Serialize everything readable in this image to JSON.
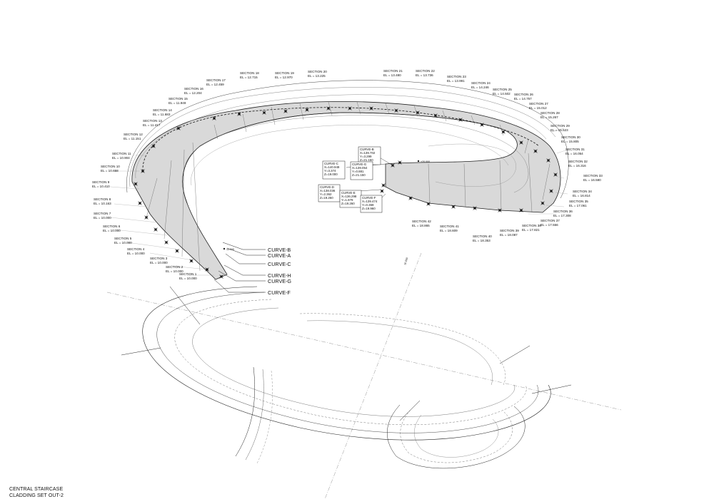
{
  "title": {
    "line1": "CENTRAL STAIRCASE",
    "line2": "CLADDING SET OUT-2"
  },
  "sections": [
    {
      "name": "SECTION 1",
      "el": "EL = 10.000"
    },
    {
      "name": "SECTION 2",
      "el": "EL = 10.000"
    },
    {
      "name": "SECTION 3",
      "el": "EL = 10.000"
    },
    {
      "name": "SECTION 4",
      "el": "EL = 10.000"
    },
    {
      "name": "SECTION 5",
      "el": "EL = 10.000"
    },
    {
      "name": "SECTION 6",
      "el": "EL = 10.000"
    },
    {
      "name": "SECTION 7",
      "el": "EL = 10.000"
    },
    {
      "name": "SECTION 8",
      "el": "EL = 10.163"
    },
    {
      "name": "SECTION 9",
      "el": "EL = 10.410"
    },
    {
      "name": "SECTION 10",
      "el": "EL = 10.658"
    },
    {
      "name": "SECTION 11",
      "el": "EL = 10.904"
    },
    {
      "name": "SECTION 12",
      "el": "EL = 11.151"
    },
    {
      "name": "SECTION 13",
      "el": "EL = 11.417"
    },
    {
      "name": "SECTION 14",
      "el": "EL = 11.683"
    },
    {
      "name": "SECTION 15",
      "el": "EL = 11.949"
    },
    {
      "name": "SECTION 16",
      "el": "EL = 12.204"
    },
    {
      "name": "SECTION 17",
      "el": "EL = 12.459"
    },
    {
      "name": "SECTION 18",
      "el": "EL = 12.715"
    },
    {
      "name": "SECTION 19",
      "el": "EL = 12.970"
    },
    {
      "name": "SECTION 20",
      "el": "EL = 13.225"
    },
    {
      "name": "SECTION 21",
      "el": "EL = 13.480"
    },
    {
      "name": "SECTION 22",
      "el": "EL = 13.736"
    },
    {
      "name": "SECTION 23",
      "el": "EL = 13.991"
    },
    {
      "name": "SECTION 24",
      "el": "EL = 14.246"
    },
    {
      "name": "SECTION 25",
      "el": "EL = 14.502"
    },
    {
      "name": "SECTION 26",
      "el": "EL = 14.757"
    },
    {
      "name": "SECTION 27",
      "el": "EL = 15.012"
    },
    {
      "name": "SECTION 28",
      "el": "EL = 15.267"
    },
    {
      "name": "SECTION 29",
      "el": "EL = 15.523"
    },
    {
      "name": "SECTION 30",
      "el": "EL = 15.805"
    },
    {
      "name": "SECTION 31",
      "el": "EL = 16.054"
    },
    {
      "name": "SECTION 32",
      "el": "EL = 16.316"
    },
    {
      "name": "SECTION 33",
      "el": "EL = 16.580"
    },
    {
      "name": "SECTION 34",
      "el": "EL = 16.814"
    },
    {
      "name": "SECTION 35",
      "el": "EL = 17.061"
    },
    {
      "name": "SECTION 36",
      "el": "EL = 17.308"
    },
    {
      "name": "SECTION 37",
      "el": "EL = 17.556"
    },
    {
      "name": "SECTION 38",
      "el": "EL = 17.821"
    },
    {
      "name": "SECTION 39",
      "el": "EL = 18.087"
    },
    {
      "name": "SECTION 40",
      "el": "EL = 18.353"
    },
    {
      "name": "SECTION 41",
      "el": "EL = 18.609"
    },
    {
      "name": "SECTION 42",
      "el": "EL = 18.865"
    }
  ],
  "curve_labels": [
    "CURVE-B",
    "CURVE-A",
    "CURVE-C",
    "CURVE-H",
    "CURVE-G",
    "CURVE-F"
  ],
  "curve_boxes": [
    {
      "name": "CURVE-C",
      "lines": [
        "X=140.949",
        "Y=3.374",
        "Z=19.000"
      ]
    },
    {
      "name": "CURVE-B",
      "lines": [
        "X=139.702",
        "Y=3.299",
        "Z=21.150"
      ]
    },
    {
      "name": "CURVE-G",
      "lines": [
        "X=139.054",
        "Y=0.881",
        "Z=21.150"
      ]
    },
    {
      "name": "CURVE-D",
      "lines": [
        "X=138.036",
        "Y=2.362",
        "Z=19.250"
      ]
    },
    {
      "name": "CURVE-E",
      "lines": [
        "X=136.298",
        "Y=1.879",
        "Z=19.260"
      ]
    },
    {
      "name": "CURVE-F",
      "lines": [
        "X=139.474",
        "Y=0.369",
        "Z=19.960"
      ]
    }
  ],
  "dimension_marks": [
    "10.000",
    "+20.000",
    "10.000"
  ]
}
